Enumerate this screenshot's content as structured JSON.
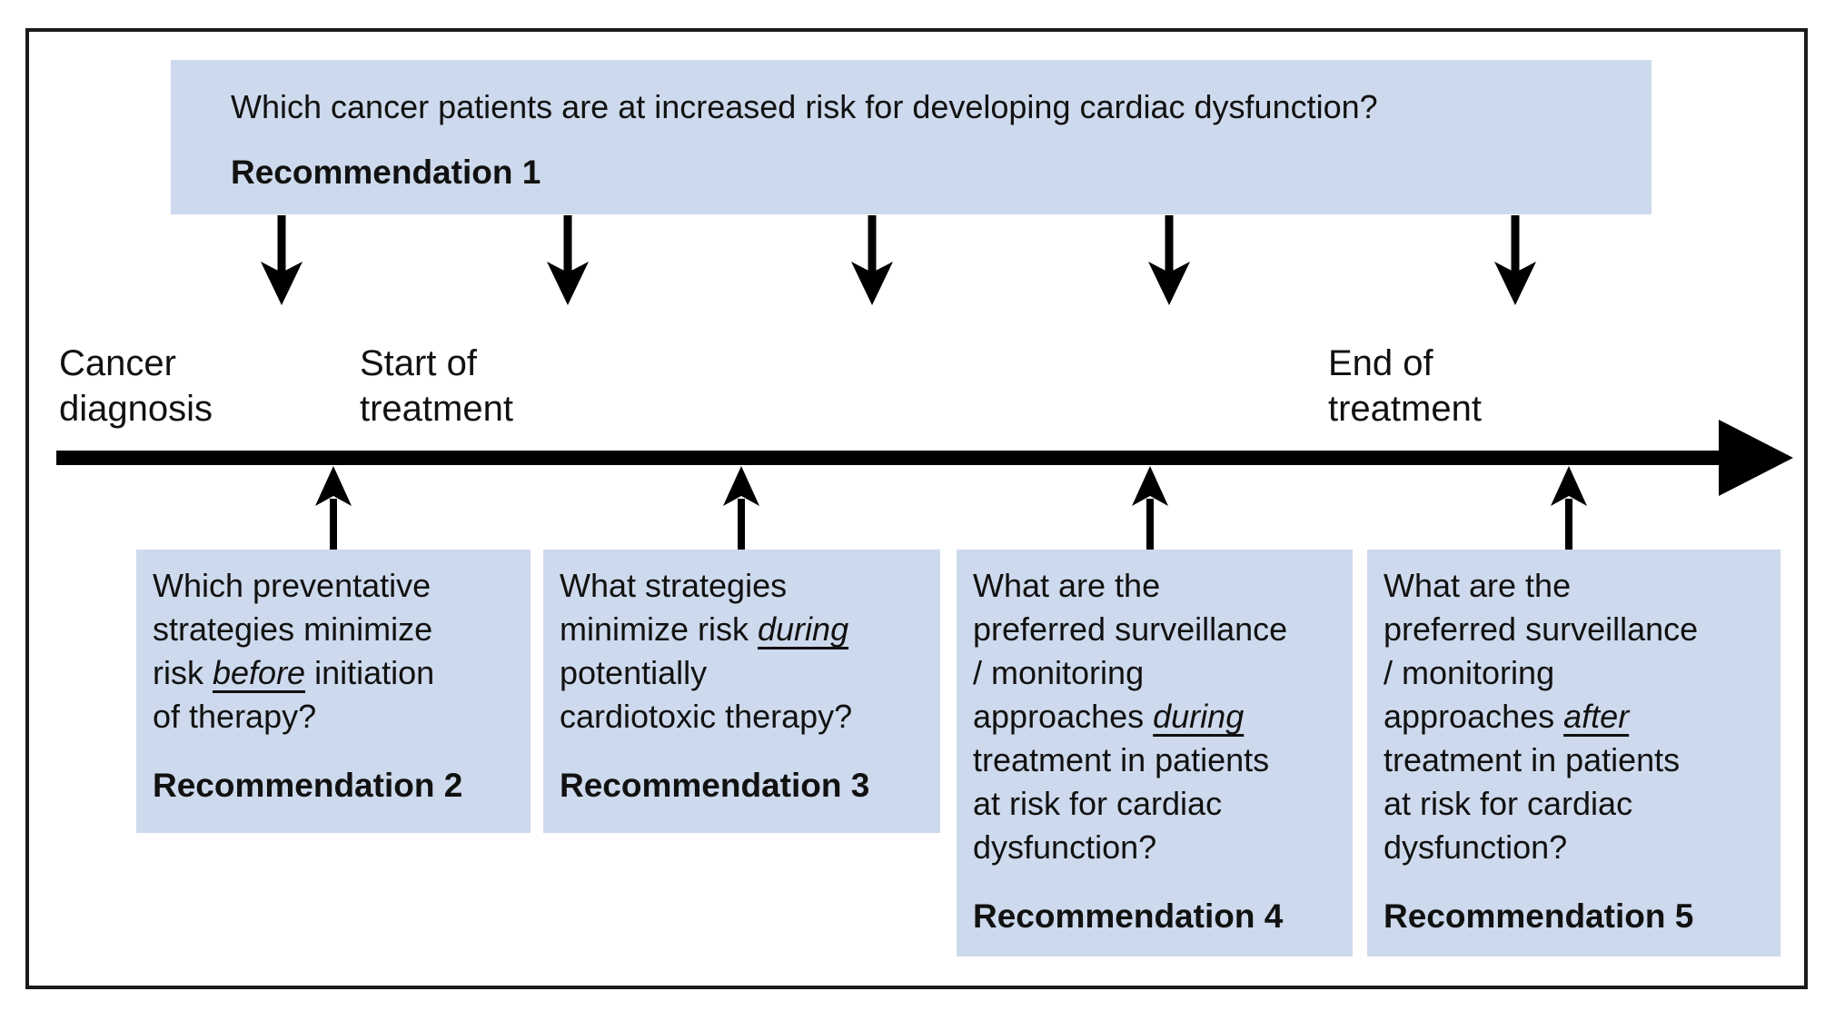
{
  "colors": {
    "box_fill": "#cdd9ec",
    "arrow": "#000000",
    "text": "#111111",
    "frame_border": "#1a1a1a"
  },
  "top_box": {
    "question": "Which cancer patients are at increased risk for developing cardiac dysfunction?",
    "recommendation": "Recommendation 1"
  },
  "timeline": {
    "labels": [
      {
        "text": "Cancer\ndiagnosis"
      },
      {
        "text": "Start of\ntreatment"
      },
      {
        "text": "End of\ntreatment"
      }
    ]
  },
  "bottom_boxes": [
    {
      "q_pre": "Which preventative\nstrategies minimize\nrisk ",
      "q_em": "before",
      "q_post": " initiation\nof therapy?",
      "recommendation": "Recommendation 2"
    },
    {
      "q_pre": "What strategies\nminimize risk ",
      "q_em": "during",
      "q_post": "\npotentially\ncardiotoxic therapy?",
      "recommendation": "Recommendation 3"
    },
    {
      "q_pre": "What are the\npreferred surveillance\n/ monitoring\napproaches ",
      "q_em": "during",
      "q_post": "\ntreatment in patients\nat risk for cardiac\ndysfunction?",
      "recommendation": "Recommendation 4"
    },
    {
      "q_pre": "What are the\npreferred surveillance\n/ monitoring\napproaches ",
      "q_em": "after",
      "q_post": "\ntreatment in patients\nat risk for cardiac\ndysfunction?",
      "recommendation": "Recommendation 5"
    }
  ]
}
